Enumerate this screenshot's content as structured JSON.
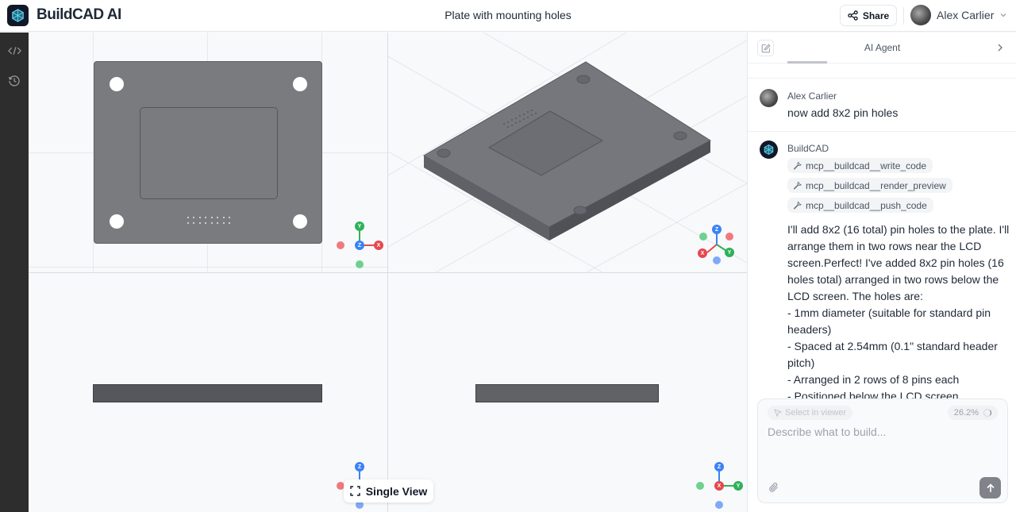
{
  "header": {
    "brand": "BuildCAD AI",
    "title": "Plate with mounting holes",
    "share_label": "Share",
    "user_name": "Alex Carlier"
  },
  "sidebar": {
    "items": [
      {
        "icon": "code-icon",
        "label": "Code"
      },
      {
        "icon": "history-icon",
        "label": "History"
      }
    ]
  },
  "viewer": {
    "single_view_label": "Single View",
    "axes": {
      "x": "X",
      "y": "Y",
      "z": "Z"
    },
    "colors": {
      "x": "#e5484d",
      "y": "#2fb15a",
      "z": "#3b82f6",
      "model": "#7a7b7f"
    }
  },
  "panel": {
    "title": "AI Agent",
    "messages": [
      {
        "author": "Alex Carlier",
        "text": "now add 8x2 pin holes"
      },
      {
        "author": "BuildCAD",
        "tools": [
          "mcp__buildcad__write_code",
          "mcp__buildcad__render_preview",
          "mcp__buildcad__push_code"
        ],
        "text": "I'll add 8x2 (16 total) pin holes to the plate. I'll arrange them in two rows near the LCD screen.Perfect! I've added 8x2 pin holes (16 holes total) arranged in two rows below the LCD screen. The holes are:\n- 1mm diameter (suitable for standard pin headers)\n- Spaced at 2.54mm (0.1\" standard header pitch)\n- Arranged in 2 rows of 8 pins each\n- Positioned below the LCD screen"
      }
    ],
    "composer": {
      "select_label": "Select in viewer",
      "context_pct": "26.2%",
      "placeholder": "Describe what to build..."
    }
  }
}
